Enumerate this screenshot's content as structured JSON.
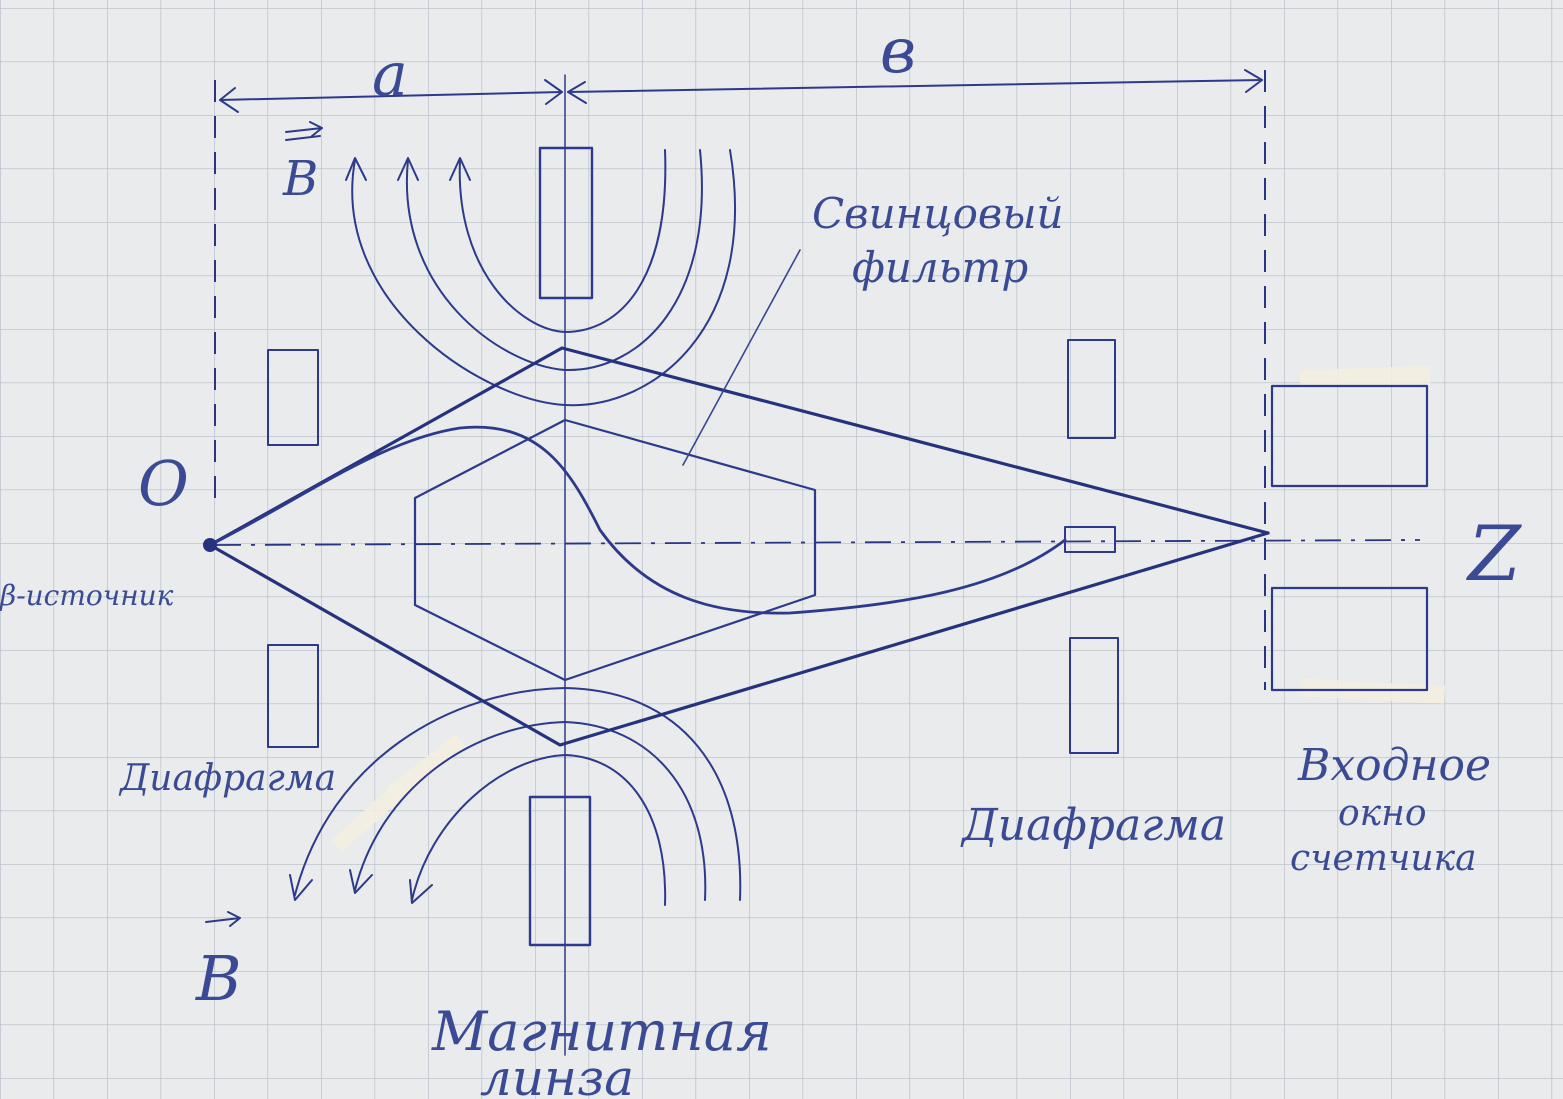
{
  "labels": {
    "dim_a": "a",
    "dim_b": "в",
    "origin": "O",
    "axis_z": "Z",
    "field_top": "B",
    "field_bottom": "B",
    "source": "β-источник",
    "filter_line1": "Свинцовый",
    "filter_line2": "фильтр",
    "diaphragm_left": "Диафрагма",
    "diaphragm_right": "Диафрагма",
    "lens_line1": "Магнитная",
    "lens_line2": "линза",
    "window_line1": "Входное",
    "window_line2": "окно",
    "window_line3": "счетчика"
  },
  "colors": {
    "paper": "#e9ebec",
    "grid": "#b5bcc6",
    "ink": "#2d3a8c"
  }
}
